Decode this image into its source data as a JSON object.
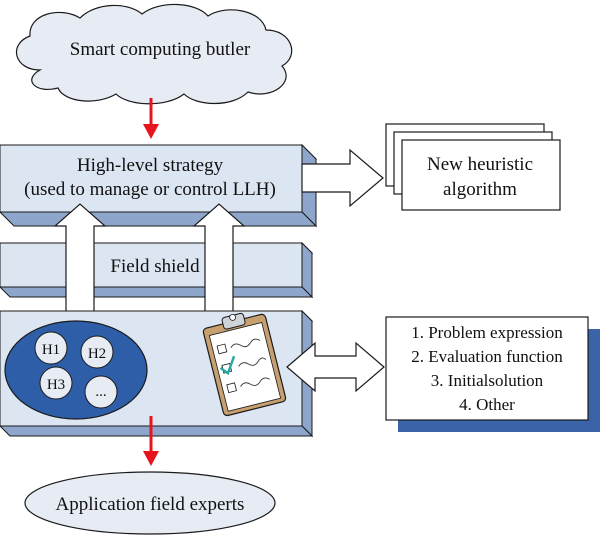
{
  "diagram": {
    "butler": "Smart computing butler",
    "strategy_line1": "High-level strategy",
    "strategy_line2": "(used to manage or control LLH)",
    "new_heuristic_line1": "New heuristic",
    "new_heuristic_line2": "algorithm",
    "field_shield": "Field shield",
    "heuristics": [
      "H1",
      "H2",
      "H3",
      "..."
    ],
    "domain_items": [
      "1. Problem expression",
      "2. Evaluation function",
      "3. Initialsolution",
      "4. Other"
    ],
    "experts": "Application field experts"
  },
  "colors": {
    "box_fill": "#dce5f2",
    "box_side": "#8ea6cc",
    "ellipse_fill": "#2f5ea8",
    "red_arrow": "#e8141b",
    "shadow": "#3a63a8",
    "clipboard_board": "#c8a070",
    "check": "#27a7a0"
  },
  "icons": [
    "cloud-icon",
    "clipboard-icon",
    "double-arrow-icon"
  ]
}
